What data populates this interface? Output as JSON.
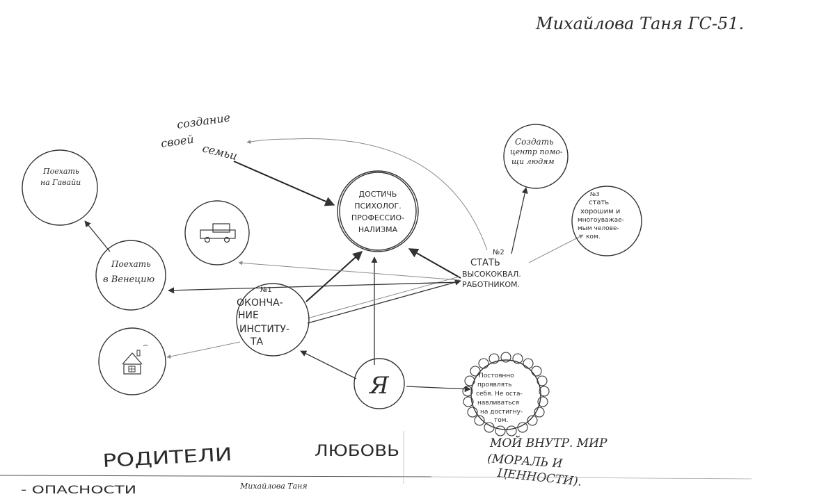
{
  "header": {
    "author": "Михайлова Таня ГС-51."
  },
  "center": {
    "lines": [
      "ДОСТИЧЬ",
      "ПСИХОЛОГ.",
      "ПРОФЕССИО-",
      "НАЛИЗМА"
    ]
  },
  "nodes": {
    "family": {
      "lines": [
        "создание",
        "своей",
        "семьи"
      ]
    },
    "hawaii": {
      "lines": [
        "Поехать",
        "на Гавайи"
      ]
    },
    "venice": {
      "lines": [
        "Поехать",
        "в Венецию"
      ]
    },
    "car": {
      "icon": "car-icon"
    },
    "house": {
      "icon": "house-icon"
    },
    "institute": {
      "lines": [
        "№1",
        "ОКОНЧА-",
        "НИЕ",
        "ИНСТИТУ-",
        "ТА"
      ]
    },
    "worker": {
      "lines": [
        "№2",
        "СТАТЬ",
        "ВЫСОКОКВАЛ.",
        "РАБОТНИКОМ."
      ]
    },
    "help_center": {
      "lines": [
        "Создать",
        "центр помо-",
        "щи людям"
      ]
    },
    "good_person": {
      "lines": [
        "№3",
        "стать",
        "хорошим и",
        "многоуважае-",
        "мым челове-",
        "ком."
      ]
    },
    "me": {
      "label": "Я"
    },
    "self_improve": {
      "lines": [
        "Постоянно",
        "проявлять",
        "себя. Не оста-",
        "навливаться",
        "на достигну-",
        "том."
      ]
    }
  },
  "footer": {
    "parents": "РОДИТЕЛИ",
    "love": "ЛЮБОВЬ",
    "inner_world": [
      "МОЙ ВНУТР. МИР",
      "(МОРАЛЬ И",
      "ЦЕННОСТИ)."
    ],
    "dangers": "- ОПАСНОСТИ",
    "signature": "Михайлова Таня"
  }
}
